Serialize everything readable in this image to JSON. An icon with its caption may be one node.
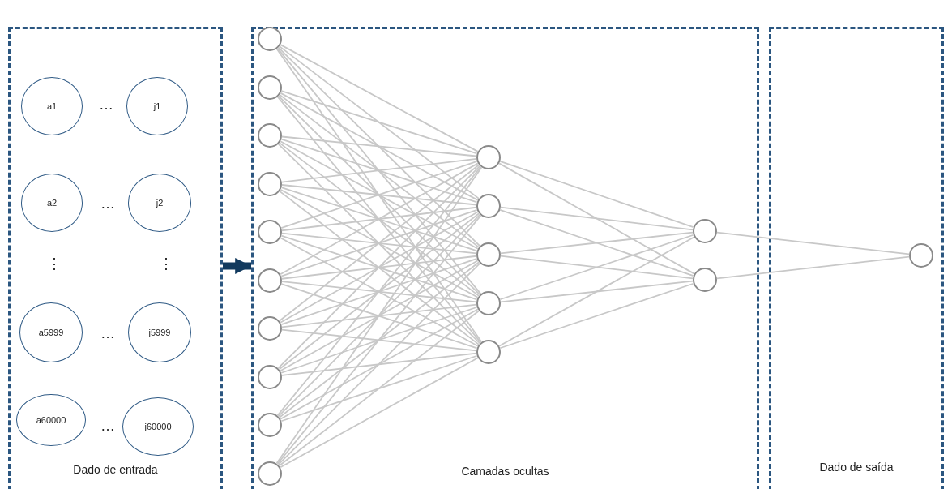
{
  "diagram": {
    "nodes": [
      {
        "text": [
          "Dado de entrada"
        ]
      },
      {
        "text": [
          "a1"
        ],
        "in": 0
      },
      {
        "text": [
          "j1"
        ],
        "in": 0
      },
      {
        "text": [
          "a2"
        ],
        "in": 0
      },
      {
        "text": [
          "j2"
        ],
        "in": 0
      },
      {
        "text": [
          "a5999"
        ],
        "in": 0
      },
      {
        "text": [
          "j5999"
        ],
        "in": 0
      },
      {
        "text": [
          "a60000"
        ],
        "in": 0
      },
      {
        "text": [
          "j60000"
        ],
        "in": 0
      },
      {
        "text": [
          "Camadas ocultas"
        ]
      },
      {
        "text": [],
        "shape": "circle",
        "in": 9
      },
      {
        "text": [],
        "shape": "circle",
        "in": 9
      },
      {
        "text": [],
        "shape": "circle",
        "in": 9
      },
      {
        "text": [],
        "shape": "circle",
        "in": 9
      },
      {
        "text": [],
        "shape": "circle",
        "in": 9
      },
      {
        "text": [],
        "shape": "circle",
        "in": 9
      },
      {
        "text": [],
        "shape": "circle",
        "in": 9
      },
      {
        "text": [],
        "shape": "circle",
        "in": 9
      },
      {
        "text": [],
        "shape": "circle",
        "in": 9
      },
      {
        "text": [],
        "shape": "circle",
        "in": 9
      },
      {
        "text": [],
        "shape": "circle",
        "in": 9
      },
      {
        "text": [],
        "shape": "circle",
        "in": 9
      },
      {
        "text": [],
        "shape": "circle",
        "in": 9
      },
      {
        "text": [],
        "shape": "circle",
        "in": 9
      },
      {
        "text": [],
        "shape": "circle",
        "in": 9
      },
      {
        "text": [],
        "shape": "circle",
        "in": 9
      },
      {
        "text": [],
        "shape": "circle",
        "in": 9
      },
      {
        "text": [
          "Dado de saída"
        ]
      },
      {
        "text": [],
        "shape": "circle",
        "in": 27
      }
    ],
    "edges": [
      {
        "from": 0,
        "to": 9,
        "arrow": "to",
        "style": "thick",
        "color": "#123a5e"
      },
      {
        "from": 10,
        "to": 20,
        "arrow": "none"
      },
      {
        "from": 10,
        "to": 21,
        "arrow": "none"
      },
      {
        "from": 10,
        "to": 22,
        "arrow": "none"
      },
      {
        "from": 10,
        "to": 23,
        "arrow": "none"
      },
      {
        "from": 10,
        "to": 24,
        "arrow": "none"
      },
      {
        "from": 11,
        "to": 20,
        "arrow": "none"
      },
      {
        "from": 11,
        "to": 21,
        "arrow": "none"
      },
      {
        "from": 11,
        "to": 22,
        "arrow": "none"
      },
      {
        "from": 11,
        "to": 23,
        "arrow": "none"
      },
      {
        "from": 11,
        "to": 24,
        "arrow": "none"
      },
      {
        "from": 12,
        "to": 20,
        "arrow": "none"
      },
      {
        "from": 12,
        "to": 21,
        "arrow": "none"
      },
      {
        "from": 12,
        "to": 22,
        "arrow": "none"
      },
      {
        "from": 12,
        "to": 23,
        "arrow": "none"
      },
      {
        "from": 12,
        "to": 24,
        "arrow": "none"
      },
      {
        "from": 13,
        "to": 20,
        "arrow": "none"
      },
      {
        "from": 13,
        "to": 21,
        "arrow": "none"
      },
      {
        "from": 13,
        "to": 22,
        "arrow": "none"
      },
      {
        "from": 13,
        "to": 23,
        "arrow": "none"
      },
      {
        "from": 13,
        "to": 24,
        "arrow": "none"
      },
      {
        "from": 14,
        "to": 20,
        "arrow": "none"
      },
      {
        "from": 14,
        "to": 21,
        "arrow": "none"
      },
      {
        "from": 14,
        "to": 22,
        "arrow": "none"
      },
      {
        "from": 14,
        "to": 23,
        "arrow": "none"
      },
      {
        "from": 14,
        "to": 24,
        "arrow": "none"
      },
      {
        "from": 15,
        "to": 20,
        "arrow": "none"
      },
      {
        "from": 15,
        "to": 21,
        "arrow": "none"
      },
      {
        "from": 15,
        "to": 22,
        "arrow": "none"
      },
      {
        "from": 15,
        "to": 23,
        "arrow": "none"
      },
      {
        "from": 15,
        "to": 24,
        "arrow": "none"
      },
      {
        "from": 16,
        "to": 20,
        "arrow": "none"
      },
      {
        "from": 16,
        "to": 21,
        "arrow": "none"
      },
      {
        "from": 16,
        "to": 22,
        "arrow": "none"
      },
      {
        "from": 16,
        "to": 23,
        "arrow": "none"
      },
      {
        "from": 16,
        "to": 24,
        "arrow": "none"
      },
      {
        "from": 17,
        "to": 20,
        "arrow": "none"
      },
      {
        "from": 17,
        "to": 21,
        "arrow": "none"
      },
      {
        "from": 17,
        "to": 22,
        "arrow": "none"
      },
      {
        "from": 17,
        "to": 23,
        "arrow": "none"
      },
      {
        "from": 17,
        "to": 24,
        "arrow": "none"
      },
      {
        "from": 18,
        "to": 20,
        "arrow": "none"
      },
      {
        "from": 18,
        "to": 21,
        "arrow": "none"
      },
      {
        "from": 18,
        "to": 22,
        "arrow": "none"
      },
      {
        "from": 18,
        "to": 23,
        "arrow": "none"
      },
      {
        "from": 18,
        "to": 24,
        "arrow": "none"
      },
      {
        "from": 19,
        "to": 20,
        "arrow": "none"
      },
      {
        "from": 19,
        "to": 21,
        "arrow": "none"
      },
      {
        "from": 19,
        "to": 22,
        "arrow": "none"
      },
      {
        "from": 19,
        "to": 23,
        "arrow": "none"
      },
      {
        "from": 19,
        "to": 24,
        "arrow": "none"
      },
      {
        "from": 20,
        "to": 25,
        "arrow": "none"
      },
      {
        "from": 20,
        "to": 26,
        "arrow": "none"
      },
      {
        "from": 21,
        "to": 25,
        "arrow": "none"
      },
      {
        "from": 21,
        "to": 26,
        "arrow": "none"
      },
      {
        "from": 22,
        "to": 25,
        "arrow": "none"
      },
      {
        "from": 22,
        "to": 26,
        "arrow": "none"
      },
      {
        "from": 23,
        "to": 25,
        "arrow": "none"
      },
      {
        "from": 23,
        "to": 26,
        "arrow": "none"
      },
      {
        "from": 24,
        "to": 25,
        "arrow": "none"
      },
      {
        "from": 24,
        "to": 26,
        "arrow": "none"
      },
      {
        "from": 25,
        "to": 28,
        "arrow": "none"
      },
      {
        "from": 26,
        "to": 28,
        "arrow": "none"
      }
    ],
    "labels": [
      "…",
      "…",
      "⋮",
      "⋮",
      "…",
      "…"
    ]
  }
}
